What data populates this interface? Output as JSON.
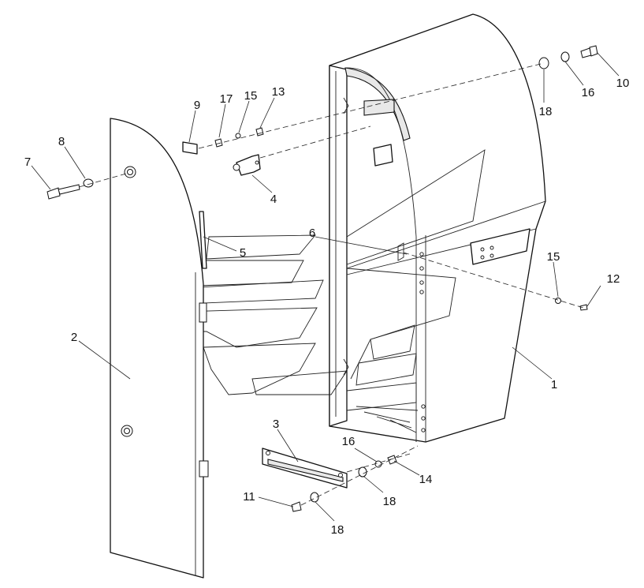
{
  "callouts": [
    {
      "id": "c1",
      "text": "1"
    },
    {
      "id": "c2",
      "text": "2"
    },
    {
      "id": "c3",
      "text": "3"
    },
    {
      "id": "c4",
      "text": "4"
    },
    {
      "id": "c5",
      "text": "5"
    },
    {
      "id": "c6",
      "text": "6"
    },
    {
      "id": "c7",
      "text": "7"
    },
    {
      "id": "c8",
      "text": "8"
    },
    {
      "id": "c9",
      "text": "9"
    },
    {
      "id": "c10",
      "text": "10"
    },
    {
      "id": "c11",
      "text": "11"
    },
    {
      "id": "c12",
      "text": "12"
    },
    {
      "id": "c13",
      "text": "13"
    },
    {
      "id": "c14",
      "text": "14"
    },
    {
      "id": "c15a",
      "text": "15"
    },
    {
      "id": "c15b",
      "text": "15"
    },
    {
      "id": "c16a",
      "text": "16"
    },
    {
      "id": "c16b",
      "text": "16"
    },
    {
      "id": "c17",
      "text": "17"
    },
    {
      "id": "c18a",
      "text": "18"
    },
    {
      "id": "c18b",
      "text": "18"
    },
    {
      "id": "c18c",
      "text": "18"
    }
  ]
}
